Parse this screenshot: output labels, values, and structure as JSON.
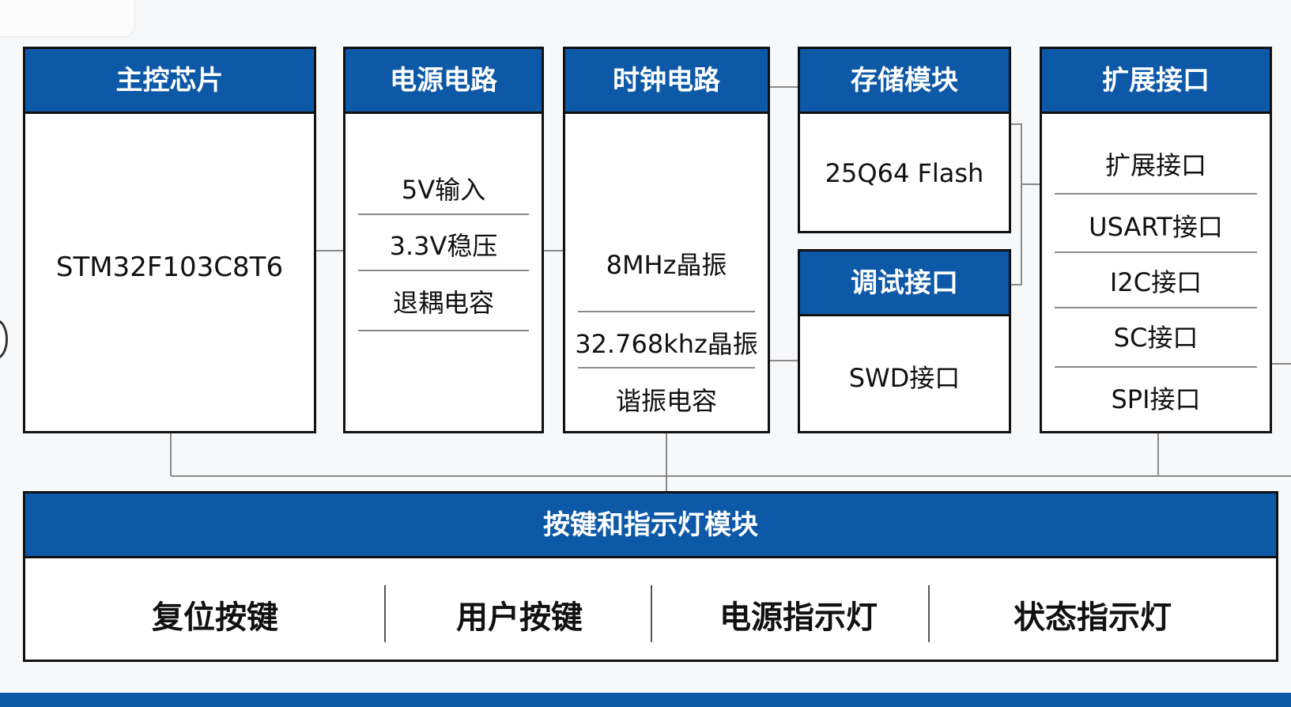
{
  "main_chip": {
    "title": "主控芯片",
    "content": "STM32F103C8T6"
  },
  "power": {
    "title": "电源电路",
    "items": [
      "5V输入",
      "3.3V稳压",
      "退耦电容"
    ]
  },
  "clock": {
    "title": "时钟电路",
    "items": [
      "8MHz晶振",
      "32.768khz晶振",
      "谐振电容"
    ]
  },
  "storage": {
    "title": "存储模块",
    "content": "25Q64 Flash"
  },
  "debug": {
    "title": "调试接口",
    "content": "SWD接口"
  },
  "expansion": {
    "title": "扩展接口",
    "items": [
      "扩展接口",
      "USART接口",
      "I2C接口",
      "SC接口",
      "SPI接口"
    ]
  },
  "bottom": {
    "title": "按键和指示灯模块",
    "items": [
      "复位按键",
      "用户按键",
      "电源指示灯",
      "状态指示灯"
    ]
  },
  "colors": {
    "header_blue": "#0d59a8",
    "border": "#111111",
    "connector": "#8a8a8a"
  }
}
